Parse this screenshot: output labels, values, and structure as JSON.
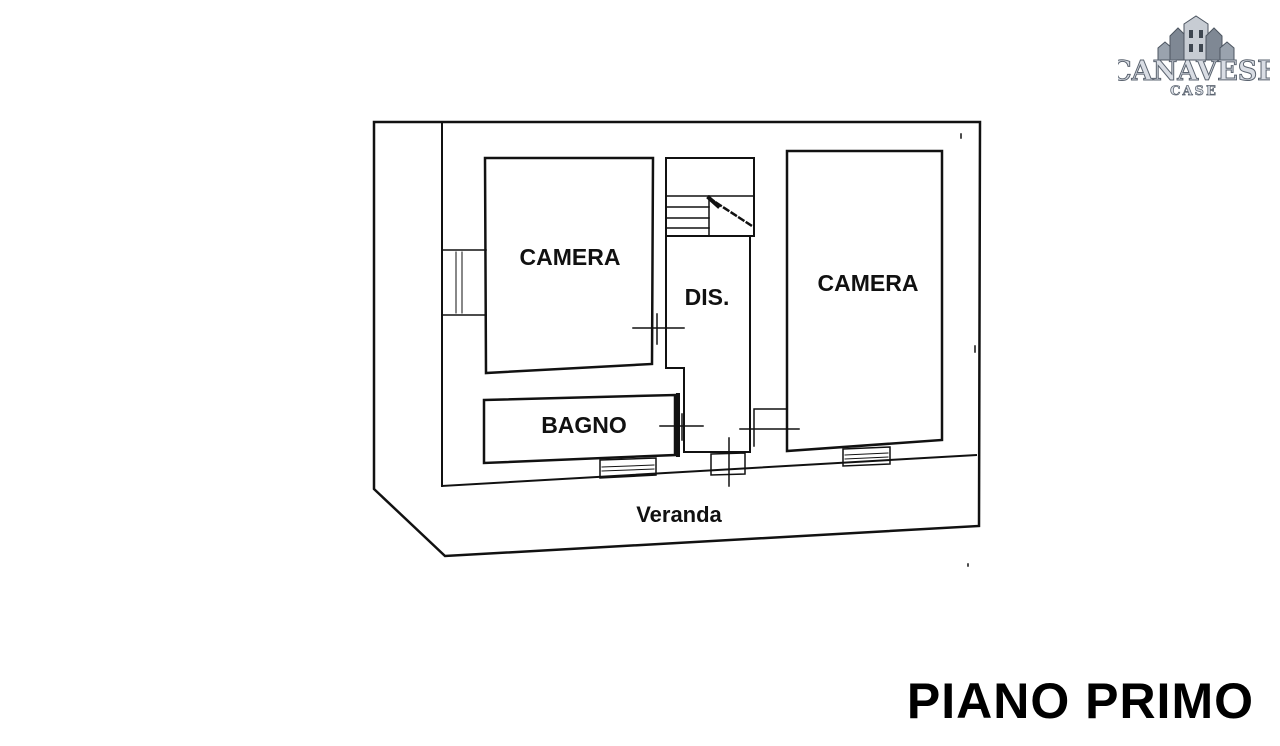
{
  "logo": {
    "name": "CANAVESE",
    "sub": "CASE"
  },
  "rooms": {
    "camera_left": "CAMERA",
    "dis": "DIS.",
    "camera_right": "CAMERA",
    "bagno": "BAGNO",
    "veranda": "Veranda"
  },
  "floor_title": "PIANO PRIMO",
  "colors": {
    "line": "#111111",
    "background": "#ffffff"
  }
}
